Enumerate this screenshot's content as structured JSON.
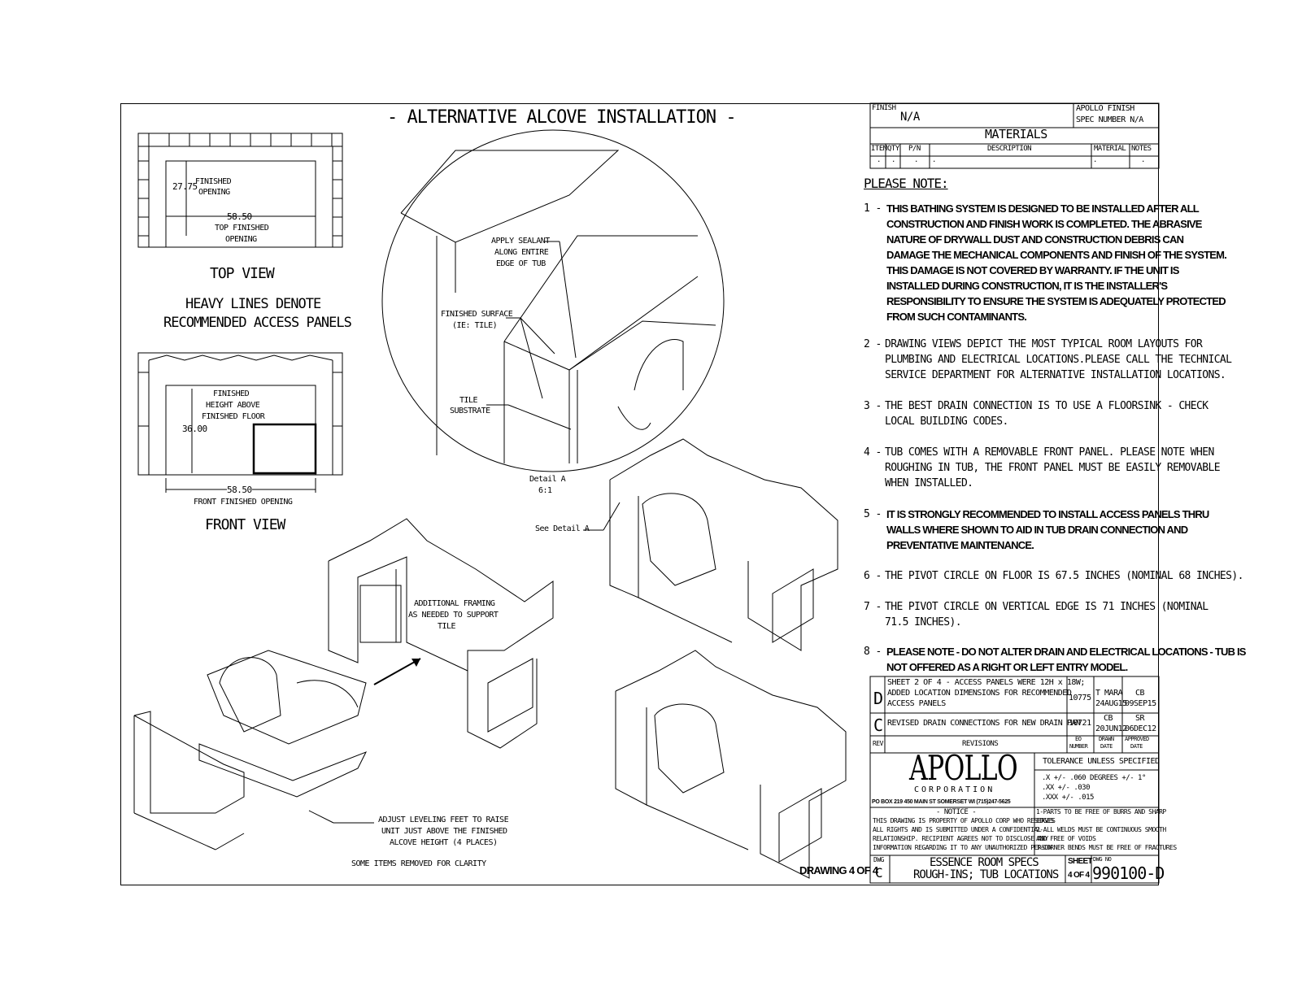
{
  "drawing": {
    "main_title": "- ALTERNATIVE ALCOVE INSTALLATION -",
    "top_view": {
      "finished_opening_value": "27.75",
      "finished_opening_label_1": "FINISHED",
      "finished_opening_label_2": "OPENING",
      "width_value": "58.50",
      "width_label_1": "TOP FINISHED",
      "width_label_2": "OPENING",
      "title": "TOP VIEW"
    },
    "heavy_lines_note_1": "HEAVY LINES DENOTE",
    "heavy_lines_note_2": "RECOMMENDED ACCESS PANELS",
    "front_view": {
      "height_label_1": "FINISHED",
      "height_label_2": "HEIGHT ABOVE",
      "height_label_3": "FINISHED FLOOR",
      "height_value": "36.00",
      "width_value": "58.50",
      "width_label": "FRONT FINISHED OPENING",
      "title": "FRONT VIEW"
    },
    "detail": {
      "sealant_1": "APPLY SEALANT",
      "sealant_2": "ALONG ENTIRE",
      "sealant_3": "EDGE OF TUB",
      "surface_1": "FINISHED SURFACE",
      "surface_2": "(IE: TILE)",
      "substrate_1": "TILE",
      "substrate_2": "SUBSTRATE",
      "detail_label_1": "Detail A",
      "detail_label_2": "6:1",
      "see_detail": "See Detail A"
    },
    "framing_1": "ADDITIONAL FRAMING",
    "framing_2": "AS NEEDED TO SUPPORT",
    "framing_3": "TILE",
    "leveling_1": "ADJUST LEVELING FEET TO RAISE",
    "leveling_2": "UNIT JUST ABOVE THE FINISHED",
    "leveling_3": "ALCOVE HEIGHT (4 PLACES)",
    "removed_note": "SOME ITEMS REMOVED FOR CLARITY",
    "drawing_number": "DRAWING 4 OF 4"
  },
  "title_block": {
    "finish_label": "FINISH",
    "finish_value": "N/A",
    "apollo_finish_1": "APOLLO FINISH",
    "apollo_finish_2": "SPEC NUMBER N/A",
    "materials_title": "MATERIALS",
    "columns": [
      "ITEM",
      "QTY",
      "P/N",
      "DESCRIPTION",
      "MATERIAL",
      "NOTES"
    ],
    "row_marks": [
      ".",
      ".",
      ".",
      ".",
      ".",
      "."
    ]
  },
  "notes": {
    "header": "PLEASE NOTE:",
    "items": [
      {
        "num": "1 -",
        "bold": true,
        "lines": [
          "THIS BATHING SYSTEM IS DESIGNED TO BE INSTALLED AFTER ALL",
          "CONSTRUCTION AND FINISH WORK IS COMPLETED.  THE ABRASIVE",
          "NATURE OF DRYWALL DUST AND CONSTRUCTION DEBRIS CAN",
          "DAMAGE THE MECHANICAL COMPONENTS AND FINISH OF THE SYSTEM.",
          "THIS DAMAGE IS NOT COVERED BY WARRANTY.  IF THE UNIT IS",
          "INSTALLED DURING CONSTRUCTION, IT IS THE INSTALLER'S",
          "RESPONSIBILITY TO ENSURE THE SYSTEM IS ADEQUATELY PROTECTED",
          "FROM SUCH CONTAMINANTS."
        ]
      },
      {
        "num": "2 -",
        "bold": false,
        "lines": [
          "DRAWING VIEWS DEPICT THE MOST TYPICAL ROOM LAYOUTS FOR",
          "PLUMBING AND ELECTRICAL LOCATIONS.PLEASE CALL THE TECHNICAL",
          "SERVICE DEPARTMENT FOR ALTERNATIVE INSTALLATION LOCATIONS."
        ]
      },
      {
        "num": "3 -",
        "bold": false,
        "lines": [
          "THE BEST DRAIN CONNECTION IS TO USE A FLOORSINK - CHECK",
          "LOCAL BUILDING CODES."
        ]
      },
      {
        "num": "4 -",
        "bold": false,
        "lines": [
          "TUB COMES WITH A REMOVABLE FRONT PANEL. PLEASE NOTE WHEN",
          "ROUGHING IN TUB, THE FRONT PANEL MUST BE EASILY REMOVABLE",
          "WHEN INSTALLED."
        ]
      },
      {
        "num": "5 -",
        "bold": true,
        "lines": [
          "IT IS STRONGLY RECOMMENDED  TO INSTALL ACCESS PANELS THRU",
          "WALLS WHERE SHOWN TO AID IN TUB DRAIN CONNECTION AND",
          "PREVENTATIVE MAINTENANCE."
        ]
      },
      {
        "num": "6 -",
        "bold": false,
        "lines": [
          "THE PIVOT CIRCLE ON FLOOR IS 67.5 INCHES (NOMINAL 68 INCHES)."
        ]
      },
      {
        "num": "7 -",
        "bold": false,
        "lines": [
          "THE PIVOT CIRCLE ON VERTICAL EDGE IS 71 INCHES (NOMINAL",
          "71.5 INCHES)."
        ]
      },
      {
        "num": "8 -",
        "bold": true,
        "lines": [
          "PLEASE NOTE - DO NOT ALTER DRAIN AND ELECTRICAL LOCATIONS - TUB IS",
          "NOT OFFERED AS A RIGHT OR LEFT ENTRY MODEL."
        ]
      }
    ]
  },
  "revisions": {
    "rows": [
      {
        "rev": "D",
        "desc_1": "SHEET 2 OF 4 - ACCESS PANELS WERE 12H x 18W;",
        "desc_2": "ADDED LOCATION DIMENSIONS FOR RECOMMENDED",
        "desc_3": "ACCESS PANELS",
        "eo": "10775",
        "drawn_1": "T MARA",
        "drawn_2": "24AUG15",
        "appr_1": "CB",
        "appr_2": "09SEP15"
      },
      {
        "rev": "C",
        "desc_1": "REVISED DRAIN CONNECTIONS FOR NEW DRAIN PAN",
        "desc_2": "",
        "desc_3": "",
        "eo": "10721",
        "drawn_1": "CB",
        "drawn_2": "20JUN12",
        "appr_1": "SR",
        "appr_2": "06DEC12"
      }
    ],
    "header_rev": "REV",
    "header_desc": "REVISIONS",
    "header_eo_1": "EO",
    "header_eo_2": "NUMBER",
    "header_drawn_1": "DRAWN",
    "header_drawn_2": "DATE",
    "header_appr_1": "APPROVED",
    "header_appr_2": "DATE"
  },
  "company": {
    "name": "APOLLO",
    "sub": "CORPORATION",
    "address": "PO BOX 219     450 MAIN ST SOMERSET WI     (715)247-5625",
    "tolerance_title": "TOLERANCE UNLESS SPECIFIED",
    "tol_1": ".X    +/- .060 DEGREES +/- 1°",
    "tol_2": ".XX   +/- .030",
    "tol_3": ".XXX  +/- .015",
    "notice_title": "- NOTICE -",
    "notice_lines": [
      "THIS DRAWING IS PROPERTY OF APOLLO CORP WHO RESERVES",
      "ALL RIGHTS AND IS SUBMITTED UNDER A CONFIDENTIAL",
      "RELATIONSHIP. RECIPIENT AGREES NOT TO DISCLOSE ANY",
      "INFORMATION REGARDING IT TO ANY UNAUTHORIZED PERSON"
    ],
    "spec_lines": [
      "1-PARTS TO BE FREE OF BURRS AND SHARP",
      "  EDGES",
      "2-ALL WELDS MUST BE CONTINUOUS SMOOTH",
      "  AND FREE OF VOIDS",
      "3-CORNER BENDS MUST BE FREE OF FRACTURES"
    ],
    "dwg_label": "DWG",
    "dwg_rev": "C",
    "title_1": "ESSENCE ROOM SPECS",
    "title_2": "ROUGH-INS; TUB LOCATIONS",
    "sheet_label": "SHEET",
    "sheet_value": "4 OF 4",
    "dwg_no_label": "DWG NO",
    "dwg_no": "990100-D"
  }
}
